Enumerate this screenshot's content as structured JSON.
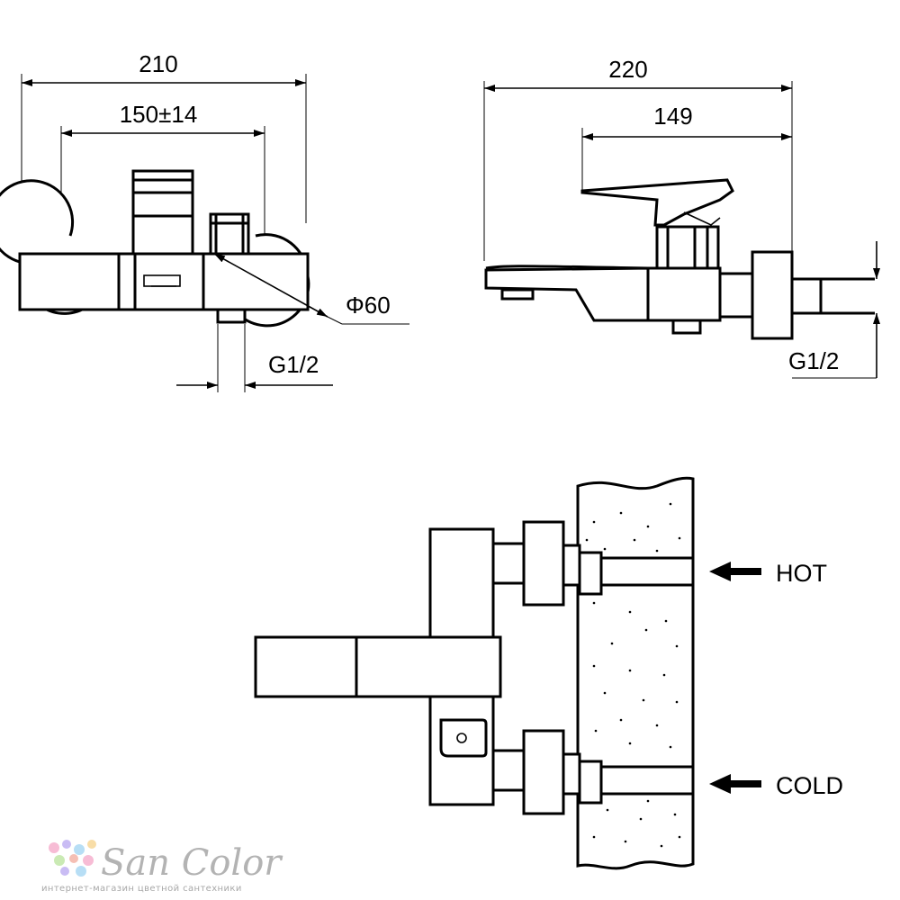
{
  "front_view": {
    "width_dim": "210",
    "spacing_dim": "150±14",
    "diameter_dim": "Φ60",
    "outlet_dim": "G1/2"
  },
  "side_view": {
    "length_dim": "220",
    "spout_dim": "149",
    "thread_dim": "G1/2"
  },
  "install_view": {
    "hot_label": "HOT",
    "cold_label": "COLD"
  },
  "watermark": {
    "brand": "San Color",
    "tagline": "интернет-магазин цветной сантехники",
    "dot_colors": [
      "#f4a6c7",
      "#b7a6f0",
      "#9fd3f2",
      "#f6d28a",
      "#b8e39b",
      "#f2a99b"
    ]
  }
}
